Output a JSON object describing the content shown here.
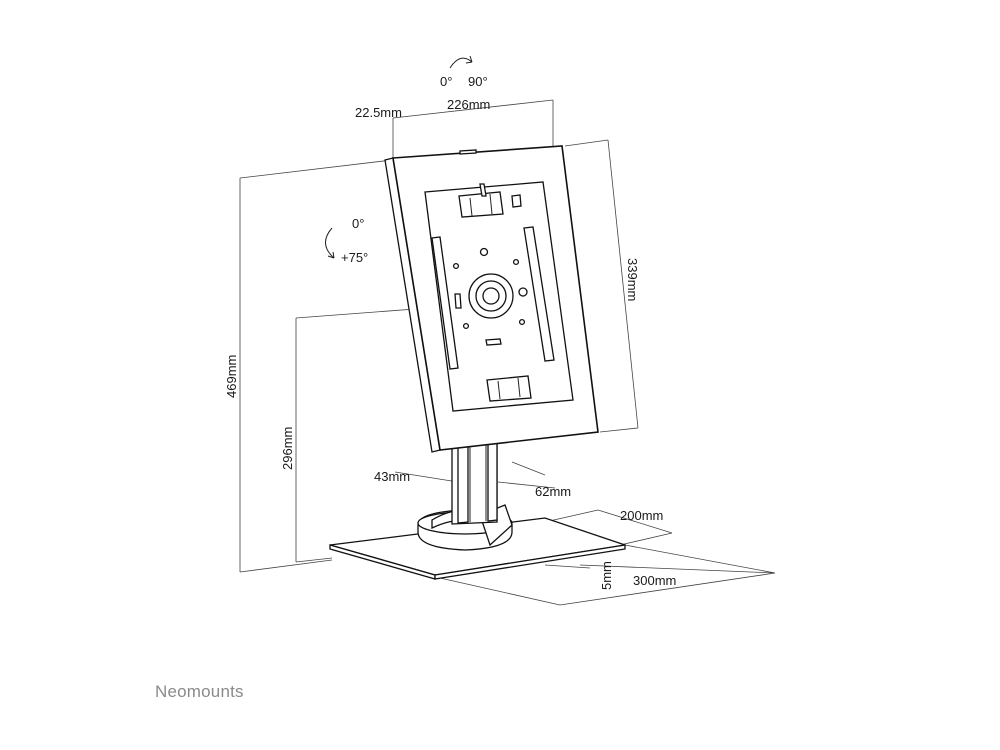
{
  "dimensions": {
    "rot_top_a": "0°",
    "rot_top_b": "90°",
    "frame_offset": "22.5mm",
    "width": "226mm",
    "height": "339mm",
    "tilt_a": "0°",
    "tilt_b": "+75°",
    "total_height": "469mm",
    "pivot_height": "296mm",
    "column_a": "43mm",
    "column_b": "62mm",
    "base_depth": "200mm",
    "base_width": "300mm",
    "base_thickness": "5mm"
  },
  "brand": {
    "name": "Neomounts"
  }
}
